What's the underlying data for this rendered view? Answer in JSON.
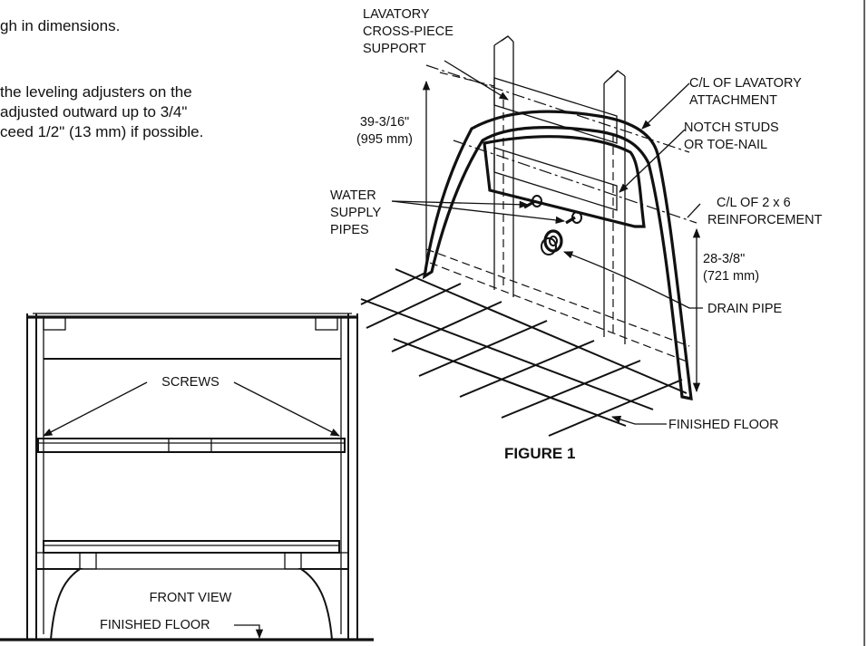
{
  "instructions": {
    "line1": "gh in dimensions.",
    "line2": "the leveling adjusters on the",
    "line3": "adjusted outward up to 3/4\"",
    "line4": "ceed 1/2\" (13 mm) if possible."
  },
  "figure1": {
    "caption": "FIGURE 1",
    "labels": {
      "lavatory_support_1": "LAVATORY",
      "lavatory_support_2": "CROSS-PIECE",
      "lavatory_support_3": "SUPPORT",
      "cl_lavatory_1": "C/L OF LAVATORY",
      "cl_lavatory_2": "ATTACHMENT",
      "notch_1": "NOTCH STUDS",
      "notch_2": "OR TOE-NAIL",
      "cl_reinf_1": "C/L OF 2 x 6",
      "cl_reinf_2": "REINFORCEMENT",
      "water_1": "WATER",
      "water_2": "SUPPLY",
      "water_3": "PIPES",
      "drain": "DRAIN PIPE",
      "finished_floor": "FINISHED FLOOR"
    },
    "dimensions": {
      "height_upper_in": "39-3/16\"",
      "height_upper_mm": "(995 mm)",
      "height_lower_in": "28-3/8\"",
      "height_lower_mm": "(721 mm)"
    }
  },
  "front_view": {
    "screws_label": "SCREWS",
    "view_label": "FRONT VIEW",
    "finished_floor": "FINISHED FLOOR"
  }
}
